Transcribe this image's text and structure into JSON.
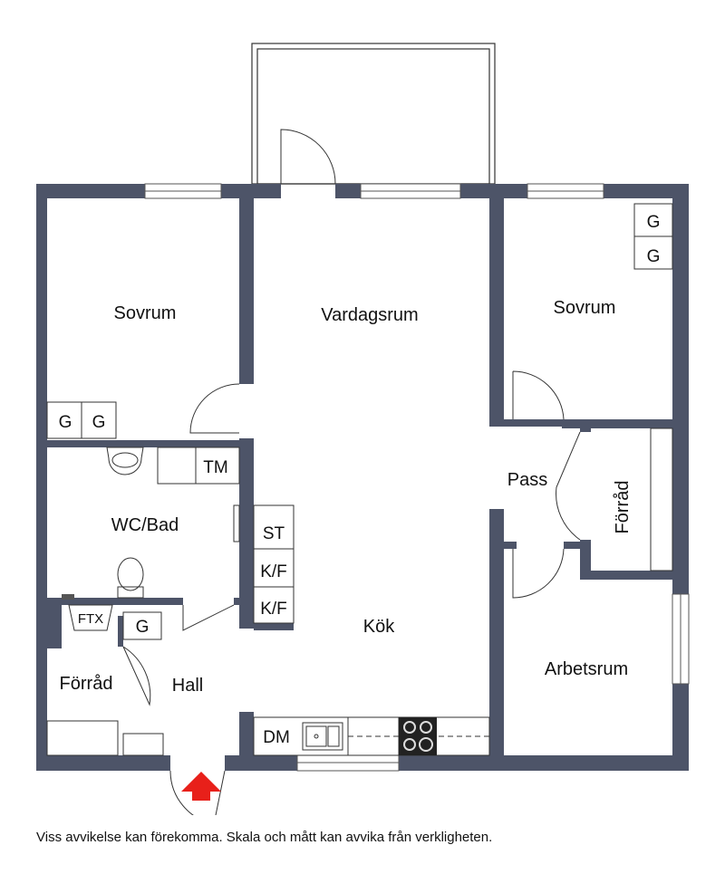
{
  "rooms": {
    "sovrum_left": "Sovrum",
    "vardagsrum": "Vardagsrum",
    "sovrum_right": "Sovrum",
    "wc_bad": "WC/Bad",
    "pass": "Pass",
    "forrad_right": "Förråd",
    "kok": "Kök",
    "arbetsrum": "Arbetsrum",
    "hall": "Hall",
    "forrad_left": "Förråd"
  },
  "appliances": {
    "g": "G",
    "tm": "TM",
    "st": "ST",
    "kf": "K/F",
    "ftx": "FTX",
    "dm": "DM"
  },
  "disclaimer": "Viss avvikelse kan förekomma. Skala och mått kan avvika från verkligheten.",
  "colors": {
    "wall": "#4d5468",
    "entrance_arrow": "#e8201a"
  }
}
